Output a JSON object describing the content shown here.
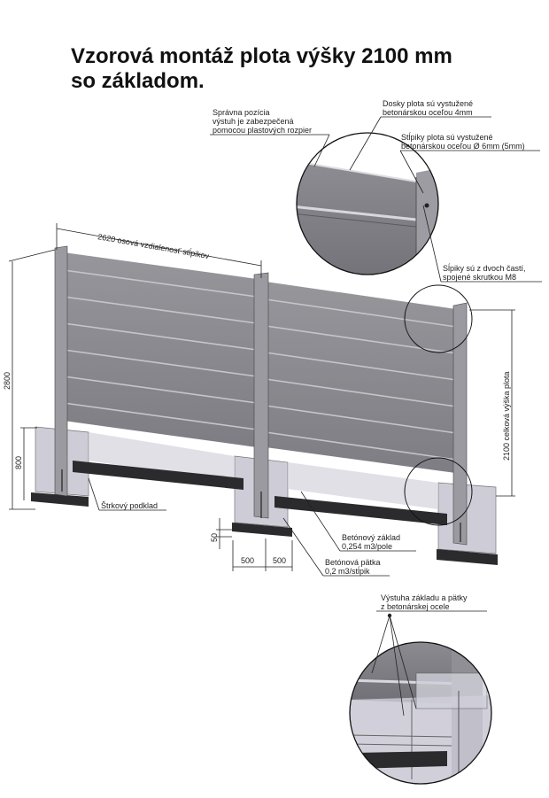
{
  "title": {
    "line1": "Vzorová montáž plota výšky 2100 mm",
    "line2": "so základom."
  },
  "callouts": {
    "spacer_1": "Správna pozícia",
    "spacer_2": "výstuh je zabezpečená",
    "spacer_3": "pomocou plastových rozpier",
    "boards_1": "Dosky plota sú vystužené",
    "boards_2": "betonárskou oceľou 4mm",
    "posts_1": "Stĺpiky plota sú vystužené",
    "posts_2": "betonárskou oceľou Ø 6mm (5mm)",
    "twopart_1": "Sĺpiky sú z dvoch častí,",
    "twopart_2": "spojené skrutkou M8",
    "gravel": "Štrkový podklad",
    "base_1": "Betónový základ",
    "base_2": "0,254 m3/pole",
    "footing_1": "Betónová pätka",
    "footing_2": "0,2 m3/stĺpik",
    "rebar_1": "Výstuha základu a pätky",
    "rebar_2": "z betonárskej ocele"
  },
  "dimensions": {
    "spacing": "2620 osová vzdialenosť stĺpikov",
    "total_height": "2800",
    "base_height": "800",
    "gap": "50",
    "width_a": "500",
    "width_b": "500",
    "fence_height": "2100 celková výška plota"
  },
  "colors": {
    "panel": "#8a8a8f",
    "panel_light": "#a9a9ae",
    "post": "#9a9aa0",
    "base_glass": "#c9c8d3",
    "plate": "#2b2b2e",
    "line": "#1a1a1a"
  }
}
